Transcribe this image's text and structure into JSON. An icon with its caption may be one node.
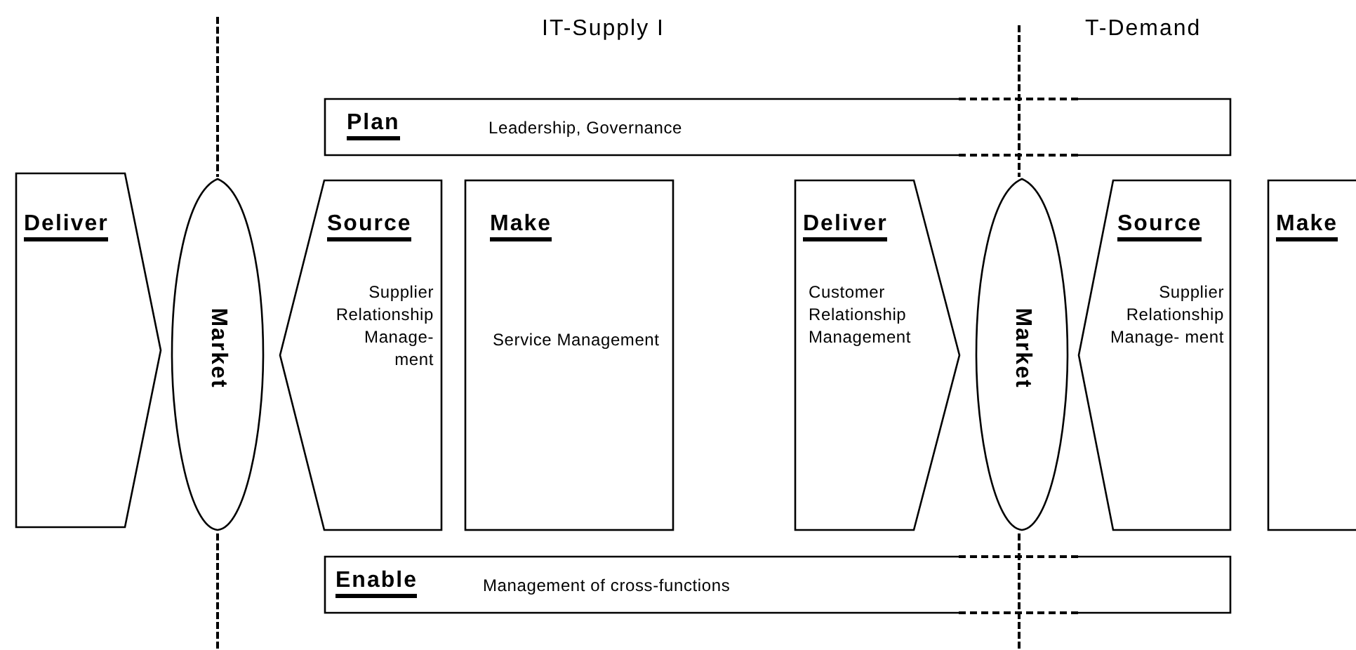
{
  "diagram": {
    "nodes": [
      {
        "text": [
          "Plan",
          "Leadership, Governance"
        ]
      },
      {
        "text": [
          "Deliver"
        ]
      },
      {
        "text": [
          "Market"
        ]
      },
      {
        "text": [
          "Source",
          "Supplier Relationship Manage- ment"
        ]
      },
      {
        "text": [
          "Make",
          "Service Management"
        ]
      },
      {
        "text": [
          "Deliver",
          "Customer Relationship Management"
        ]
      },
      {
        "text": [
          "Market"
        ]
      },
      {
        "text": [
          "Source",
          "Supplier Relationship Manage- ment"
        ]
      },
      {
        "text": [
          "Make"
        ]
      },
      {
        "text": [
          "Enable",
          "Management of cross-functions"
        ]
      }
    ],
    "labels": [
      "IT-Supply I",
      "T-Demand"
    ]
  }
}
